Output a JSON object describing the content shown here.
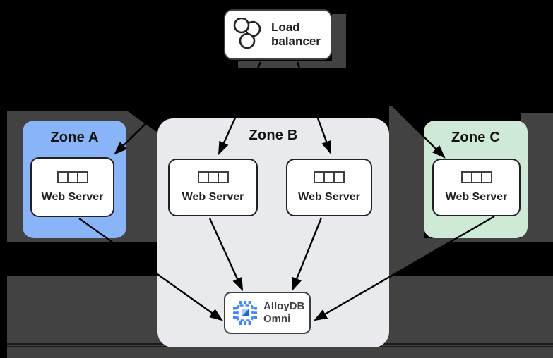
{
  "load_balancer": {
    "label": "Load balancer",
    "icon": "load-balancer-circles-icon"
  },
  "zones": [
    {
      "label": "Zone A",
      "color": "#8ab4f8",
      "web_servers": [
        "Web Server"
      ]
    },
    {
      "label": "Zone B",
      "color": "#e8eaed",
      "web_servers": [
        "Web Server",
        "Web Server"
      ]
    },
    {
      "label": "Zone C",
      "color": "#ceead6",
      "web_servers": [
        "Web Server"
      ]
    }
  ],
  "database": {
    "label_line1": "AlloyDB",
    "label_line2": "Omni",
    "icon": "alloydb-chip-icon"
  },
  "edges": [
    {
      "from": "load-balancer",
      "to": "zone-a.web-server"
    },
    {
      "from": "load-balancer",
      "to": "zone-b.web-server-1"
    },
    {
      "from": "load-balancer",
      "to": "zone-b.web-server-2"
    },
    {
      "from": "load-balancer",
      "to": "zone-c.web-server"
    },
    {
      "from": "zone-a.web-server",
      "to": "alloydb-omni"
    },
    {
      "from": "zone-b.web-server-1",
      "to": "alloydb-omni"
    },
    {
      "from": "zone-b.web-server-2",
      "to": "alloydb-omni"
    },
    {
      "from": "zone-c.web-server",
      "to": "alloydb-omni"
    }
  ],
  "colors": {
    "background": "#000000",
    "margin_shadow": "#424242",
    "zone_a": "#8ab4f8",
    "zone_b": "#e8eaed",
    "zone_c": "#ceead6",
    "box_fill": "#ffffff",
    "box_border": "#202124",
    "arrow": "#000000",
    "db_icon_blue": "#4285f4",
    "text": "#202124"
  }
}
